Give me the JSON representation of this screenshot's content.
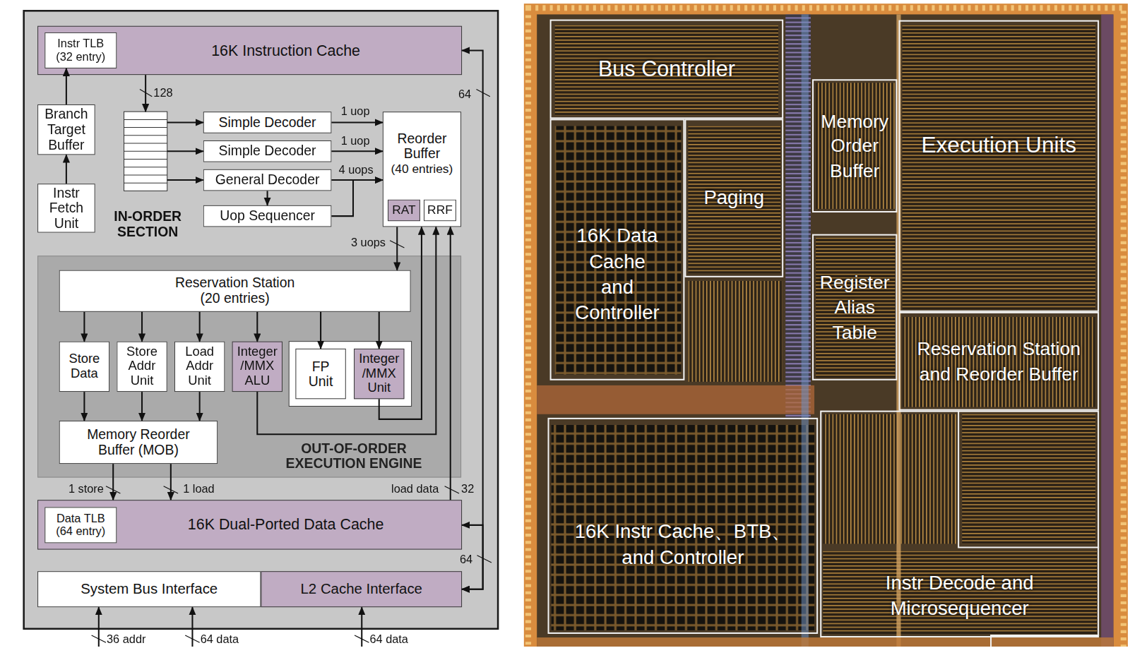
{
  "diagram": {
    "nodes": [
      {
        "text": [
          "16K Instruction Cache"
        ]
      },
      {
        "text": [
          "Instr TLB",
          "(32 entry)"
        ],
        "in": 0
      },
      {
        "text": [
          "Branch Target Buffer"
        ]
      },
      {
        "text": [
          "Instr Fetch Unit"
        ]
      },
      {
        "text": [
          "Simple Decoder"
        ]
      },
      {
        "text": [
          "Simple Decoder"
        ]
      },
      {
        "text": [
          "General Decoder"
        ]
      },
      {
        "text": [
          "Uop Sequencer"
        ]
      },
      {
        "text": [
          "Reorder Buffer",
          "(40 entries)"
        ]
      },
      {
        "text": [
          "RAT"
        ],
        "in": 8
      },
      {
        "text": [
          "RRF"
        ],
        "in": 8
      },
      {
        "text": [
          "OUT-OF-ORDER EXECUTION ENGINE"
        ]
      },
      {
        "text": [
          "Reservation Station",
          "(20 entries)"
        ],
        "in": 11
      },
      {
        "text": [
          "Store Data"
        ],
        "in": 11
      },
      {
        "text": [
          "Store Addr Unit"
        ],
        "in": 11
      },
      {
        "text": [
          "Load Addr Unit"
        ],
        "in": 11
      },
      {
        "text": [
          "Integer /MMX ALU"
        ],
        "in": 11
      },
      {
        "text": [
          "FP Unit"
        ],
        "in": 11
      },
      {
        "text": [
          "Integer /MMX Unit"
        ],
        "in": 11
      },
      {
        "text": [
          "Memory Reorder Buffer (MOB)"
        ],
        "in": 11
      },
      {
        "text": [
          "16K Dual-Ported Data Cache"
        ]
      },
      {
        "text": [
          "Data TLB",
          "(64 entry)"
        ],
        "in": 20
      },
      {
        "text": [
          "System Bus Interface"
        ]
      },
      {
        "text": [
          "L2 Cache Interface"
        ]
      },
      {
        "text": [
          "Bus Controller"
        ]
      },
      {
        "text": [
          "16K Data Cache and Controller"
        ]
      },
      {
        "text": [
          "Paging"
        ]
      },
      {
        "text": [
          "Memory Order Buffer"
        ]
      },
      {
        "text": [
          "Register Alias Table"
        ]
      },
      {
        "text": [
          "Execution Units"
        ]
      },
      {
        "text": [
          "Reservation Station and Reorder Buffer"
        ]
      },
      {
        "text": [
          "16K Instr Cache、BTB、 and Controller"
        ]
      },
      {
        "text": [
          "Instr Decode and Microsequencer"
        ]
      }
    ],
    "edges": [
      {
        "from": 3,
        "to": 2,
        "arrow": "to"
      },
      {
        "from": 2,
        "to": 1,
        "arrow": "to"
      },
      {
        "from": 4,
        "to": 8,
        "label": "1 uop",
        "arrow": "to"
      },
      {
        "from": 5,
        "to": 8,
        "label": "1 uop",
        "arrow": "to"
      },
      {
        "from": 6,
        "to": 8,
        "label": "4 uops",
        "arrow": "to"
      },
      {
        "from": 6,
        "to": 7,
        "arrow": "to"
      },
      {
        "from": 7,
        "to": 8,
        "arrow": "to"
      },
      {
        "from": 8,
        "to": 12,
        "label": "3 uops",
        "arrow": "to"
      },
      {
        "from": 12,
        "to": 13,
        "arrow": "to"
      },
      {
        "from": 12,
        "to": 14,
        "arrow": "to"
      },
      {
        "from": 12,
        "to": 15,
        "arrow": "to"
      },
      {
        "from": 12,
        "to": 16,
        "arrow": "to"
      },
      {
        "from": 12,
        "to": 17,
        "arrow": "to"
      },
      {
        "from": 12,
        "to": 18,
        "arrow": "to"
      },
      {
        "from": 13,
        "to": 19,
        "arrow": "to"
      },
      {
        "from": 14,
        "to": 19,
        "arrow": "to"
      },
      {
        "from": 15,
        "to": 19,
        "arrow": "to"
      },
      {
        "from": 16,
        "to": 8,
        "arrow": "to"
      },
      {
        "from": 18,
        "to": 8,
        "arrow": "to"
      },
      {
        "from": 20,
        "to": 8,
        "label": "load data",
        "arrow": "to"
      },
      {
        "from": 19,
        "to": 20,
        "label": "1 store",
        "arrow": "to"
      },
      {
        "from": 19,
        "to": 20,
        "label": "1 load",
        "arrow": "to"
      },
      {
        "from": 23,
        "to": 0,
        "label": "64",
        "arrow": "both"
      },
      {
        "from": 23,
        "to": 20,
        "label": "64",
        "arrow": "both"
      }
    ],
    "labels": [
      "IN-ORDER SECTION",
      "128",
      "32",
      "36 addr",
      "64 data",
      "64 data"
    ]
  }
}
